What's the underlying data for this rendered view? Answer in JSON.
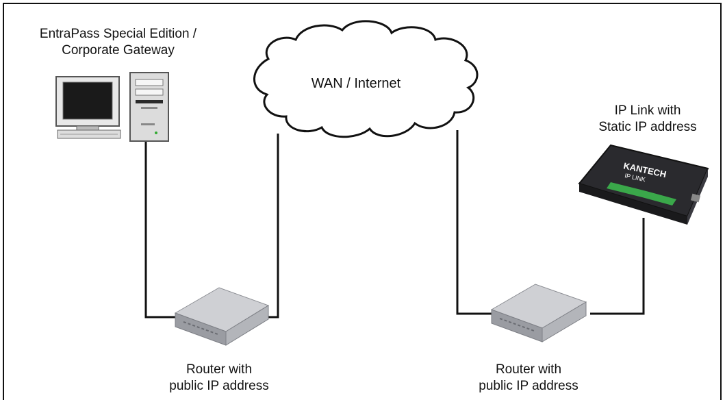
{
  "labels": {
    "gateway_line1": "EntraPass Special Edition /",
    "gateway_line2": "Corporate Gateway",
    "wan": "WAN / Internet",
    "iplink_line1": "IP Link  with",
    "iplink_line2": "Static IP address",
    "router1_line1": "Router with",
    "router1_line2": "public IP address",
    "router2_line1": "Router with",
    "router2_line2": "public IP address"
  },
  "device_branding": {
    "brand": "KANTECH",
    "model": "IP LINK"
  },
  "colors": {
    "line": "#111111",
    "router_top": "#cfd0d4",
    "router_side": "#9a9ca2",
    "iplink_body": "#2a2a2e",
    "iplink_terminals": "#3aa84a"
  }
}
